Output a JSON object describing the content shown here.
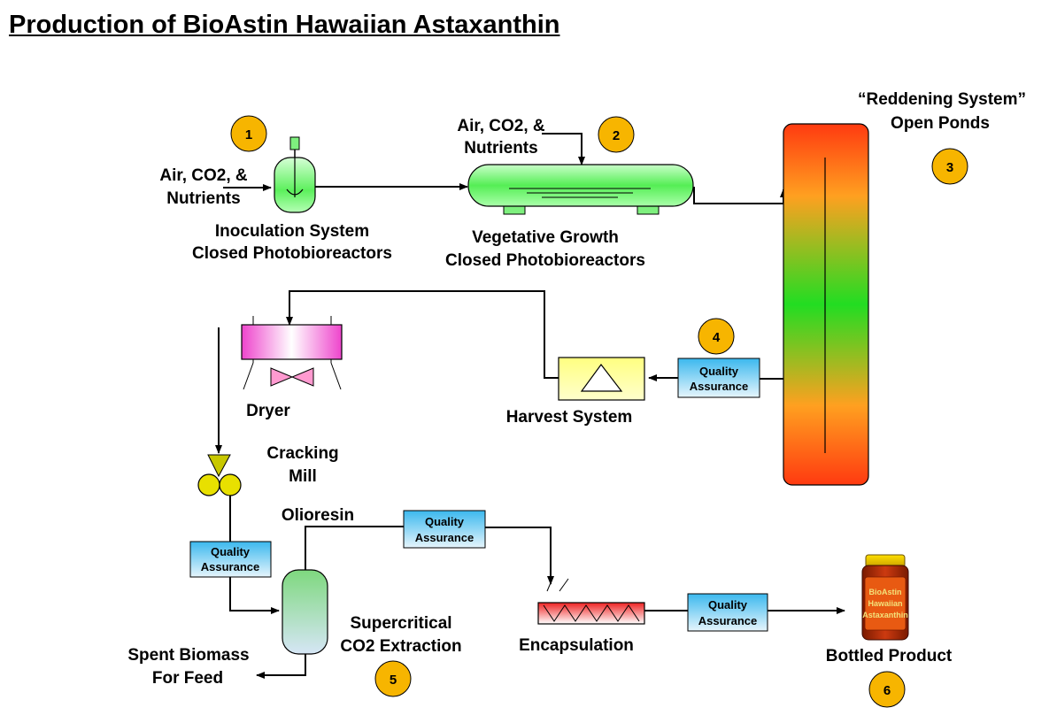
{
  "title": "Production of BioAstin Hawaiian Astaxanthin",
  "steps": {
    "inoculation": {
      "number": "1",
      "input_line1": "Air, CO2, &",
      "input_line2": "Nutrients",
      "label_line1": "Inoculation System",
      "label_line2": "Closed Photobioreactors"
    },
    "vegetative": {
      "number": "2",
      "input_line1": "Air, CO2, &",
      "input_line2": "Nutrients",
      "label_line1": "Vegetative Growth",
      "label_line2": "Closed Photobioreactors"
    },
    "reddening": {
      "number": "3",
      "label_line1": "“Reddening System”",
      "label_line2": "Open Ponds"
    },
    "harvest": {
      "number": "4",
      "label": "Harvest System"
    },
    "dryer": {
      "label": "Dryer"
    },
    "cracking_mill": {
      "label_line1": "Cracking",
      "label_line2": "Mill"
    },
    "extraction": {
      "number": "5",
      "label_line1": "Supercritical",
      "label_line2": "CO2 Extraction",
      "output_top": "Olioresin",
      "output_line1": "Spent Biomass",
      "output_line2": "For Feed"
    },
    "encapsulation": {
      "label": "Encapsulation"
    },
    "bottled": {
      "number": "6",
      "label": "Bottled Product"
    }
  },
  "qa": {
    "line1": "Quality",
    "line2": "Assurance"
  },
  "bottle_label": {
    "line1": "BioAstin",
    "line2": "Hawaiian",
    "line3": "Astaxanthin"
  }
}
